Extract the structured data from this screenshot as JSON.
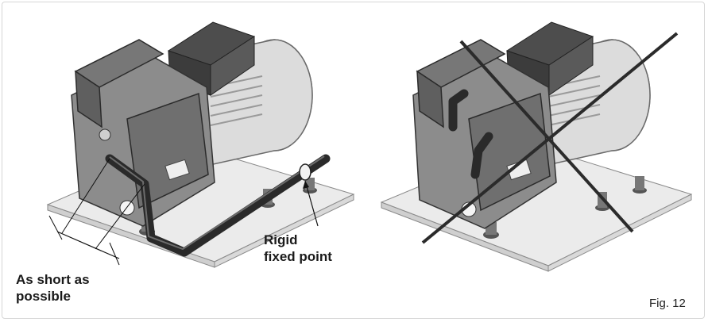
{
  "labels": {
    "short_distance": "As short as\npossible",
    "rigid_point": "Rigid\nfixed point",
    "figure": "Fig. 12"
  },
  "colors": {
    "metal_light": "#e4e4e4",
    "metal_mid": "#b9b9b9",
    "metal_dark": "#5d5d5d",
    "pipe": "#2a2a2a",
    "baseplate": "#e9e9e9",
    "cross": "#2b2b2b"
  }
}
